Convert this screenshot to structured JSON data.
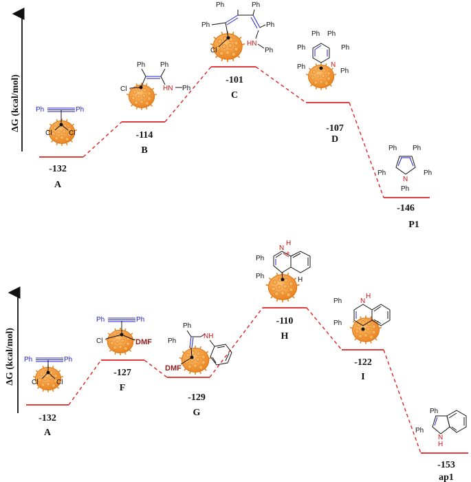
{
  "axis_label": "ΔG (kcal/mol)",
  "colors": {
    "level": "#e02020",
    "connector": "#e02020",
    "cluster": "#f29a2e",
    "bond_blue": "#1f1fd0",
    "heteroatom": "#d01010"
  },
  "diagrams": [
    {
      "levels": [
        {
          "value": "-132",
          "label": "A"
        },
        {
          "value": "-114",
          "label": "B"
        },
        {
          "value": "-101",
          "label": "C"
        },
        {
          "value": "-107",
          "label": "D"
        },
        {
          "value": "-146",
          "label": "P1"
        }
      ]
    },
    {
      "levels": [
        {
          "value": "-132",
          "label": "A"
        },
        {
          "value": "-127",
          "label": "F"
        },
        {
          "value": "-129",
          "label": "G"
        },
        {
          "value": "-110",
          "label": "H"
        },
        {
          "value": "-122",
          "label": "I"
        },
        {
          "value": "-153",
          "label": "ap1"
        }
      ]
    }
  ],
  "structure_text": {
    "ph": "Ph",
    "cl": "Cl",
    "n": "N",
    "hn": "HN",
    "nh": "NH",
    "h": "H",
    "dmf": "DMF",
    "plus": "+"
  }
}
